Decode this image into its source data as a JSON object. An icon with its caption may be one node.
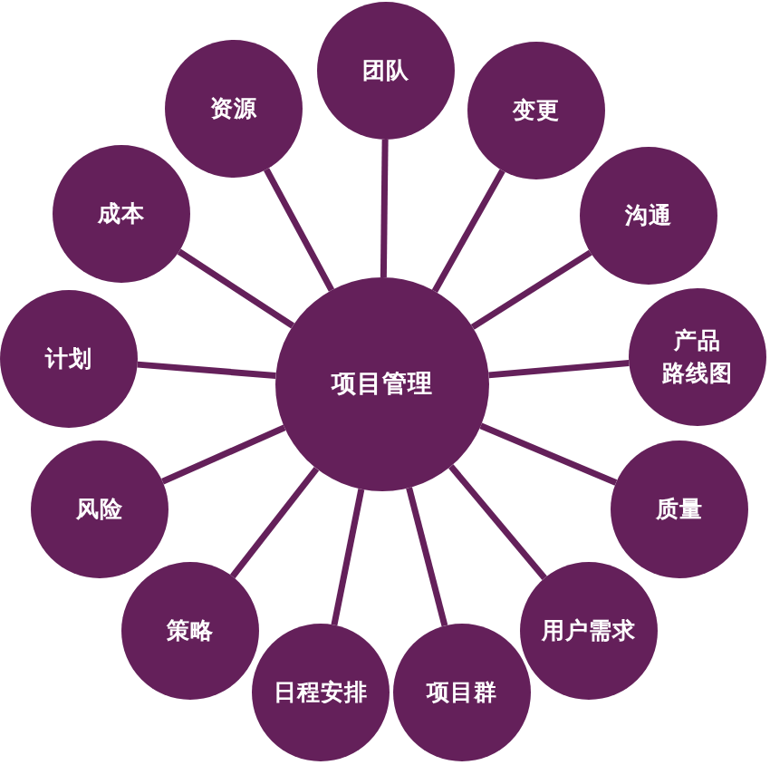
{
  "diagram": {
    "nodes": [
      {
        "text": [
          "项目管理"
        ]
      },
      {
        "text": [
          "团队"
        ]
      },
      {
        "text": [
          "变更"
        ]
      },
      {
        "text": [
          "沟通"
        ]
      },
      {
        "text": [
          "产品路线图"
        ]
      },
      {
        "text": [
          "质量"
        ]
      },
      {
        "text": [
          "用户需求"
        ]
      },
      {
        "text": [
          "项目群"
        ]
      },
      {
        "text": [
          "日程安排"
        ]
      },
      {
        "text": [
          "策略"
        ]
      },
      {
        "text": [
          "风险"
        ]
      },
      {
        "text": [
          "计划"
        ]
      },
      {
        "text": [
          "成本"
        ]
      },
      {
        "text": [
          "资源"
        ]
      }
    ],
    "edges": [
      {
        "from": 0,
        "to": 1,
        "arrow": "none"
      },
      {
        "from": 0,
        "to": 2,
        "arrow": "none"
      },
      {
        "from": 0,
        "to": 3,
        "arrow": "none"
      },
      {
        "from": 0,
        "to": 4,
        "arrow": "none"
      },
      {
        "from": 0,
        "to": 5,
        "arrow": "none"
      },
      {
        "from": 0,
        "to": 6,
        "arrow": "none"
      },
      {
        "from": 0,
        "to": 7,
        "arrow": "none"
      },
      {
        "from": 0,
        "to": 8,
        "arrow": "none"
      },
      {
        "from": 0,
        "to": 9,
        "arrow": "none"
      },
      {
        "from": 0,
        "to": 10,
        "arrow": "none"
      },
      {
        "from": 0,
        "to": 11,
        "arrow": "none"
      },
      {
        "from": 0,
        "to": 12,
        "arrow": "none"
      },
      {
        "from": 0,
        "to": 13,
        "arrow": "none"
      }
    ]
  }
}
